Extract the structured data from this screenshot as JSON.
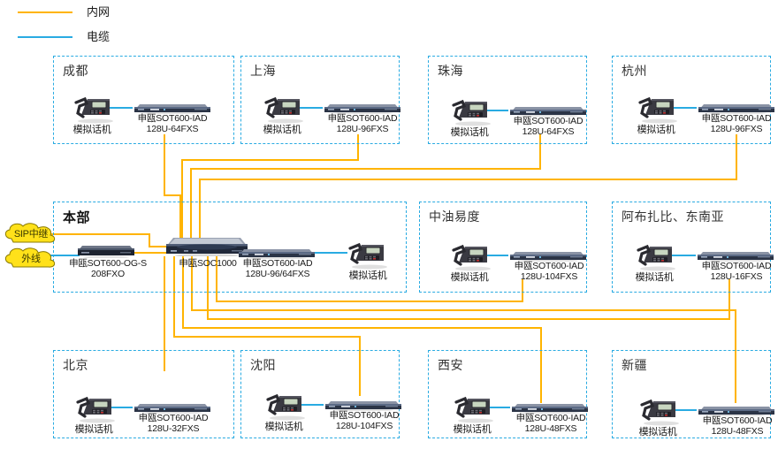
{
  "legend": {
    "items": [
      {
        "label": "内网",
        "color": "#FFB400",
        "name": "intranet"
      },
      {
        "label": "电缆",
        "color": "#29ABE2",
        "name": "cable"
      }
    ]
  },
  "clouds": [
    {
      "label": "SIP中继",
      "color": "#FFE11A"
    },
    {
      "label": "外线",
      "color": "#FFE11A"
    }
  ],
  "phone_label": "模拟话机",
  "sites": {
    "chengdu": {
      "title": "成都",
      "device_line1": "申瓯SOT600-IAD",
      "device_line2": "128U-64FXS"
    },
    "shanghai": {
      "title": "上海",
      "device_line1": "申瓯SOT600-IAD",
      "device_line2": "128U-96FXS"
    },
    "zhuhai": {
      "title": "珠海",
      "device_line1": "申瓯SOT600-IAD",
      "device_line2": "128U-64FXS"
    },
    "hangzhou": {
      "title": "杭州",
      "device_line1": "申瓯SOT600-IAD",
      "device_line2": "128U-96FXS"
    },
    "hq": {
      "title": "本部",
      "gateway_line1": "申瓯SOT600-OG-S",
      "gateway_line2": "208FXO",
      "core_label": "申瓯SOC1000",
      "iad_line1": "申瓯SOT600-IAD",
      "iad_line2": "128U-96/64FXS"
    },
    "zhongyou": {
      "title": "中油易度",
      "device_line1": "申瓯SOT600-IAD",
      "device_line2": "128U-104FXS"
    },
    "abudhabi": {
      "title": "阿布扎比、东南亚",
      "device_line1": "申瓯SOT600-IAD",
      "device_line2": "128U-16FXS"
    },
    "beijing": {
      "title": "北京",
      "device_line1": "申瓯SOT600-IAD",
      "device_line2": "128U-32FXS"
    },
    "shenyang": {
      "title": "沈阳",
      "device_line1": "申瓯SOT600-IAD",
      "device_line2": "128U-104FXS"
    },
    "xian": {
      "title": "西安",
      "device_line1": "申瓯SOT600-IAD",
      "device_line2": "128U-48FXS"
    },
    "xinjiang": {
      "title": "新疆",
      "device_line1": "申瓯SOT600-IAD",
      "device_line2": "128U-48FXS"
    }
  },
  "colors": {
    "intranet": "#FFB400",
    "cable": "#29ABE2",
    "box_border": "#29ABE2",
    "cloud_fill": "#FFE11A"
  }
}
